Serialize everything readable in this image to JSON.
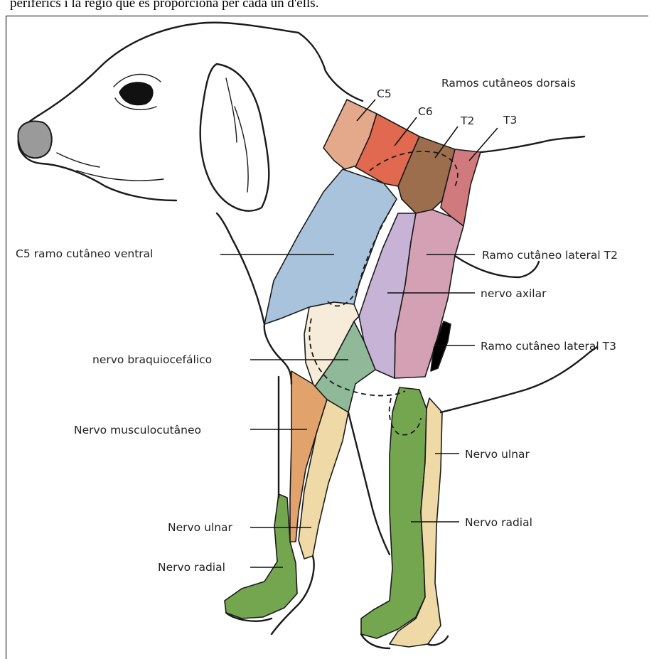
{
  "caption": "perifèrics i la regió que es proporciona per cada un d'ells.",
  "colors": {
    "c5": "#e4a98a",
    "c6": "#e0694f",
    "t2": "#9c6e4e",
    "t3": "#d07a7e",
    "c5_ventral": "#a9c3dd",
    "lateral_t2": "#d3a0b4",
    "axillary": "#c6b3d6",
    "brachiocephalic": "#8fb999",
    "musculocutaneous": "#e2a26c",
    "ulnar": "#efd9a6",
    "radial": "#74a650",
    "cream": "#f6ecd9"
  },
  "labels": {
    "dorsal_branches": "Ramos cutâneos dorsais",
    "c5": "C5",
    "c6": "C6",
    "t2": "T2",
    "t3": "T3",
    "c5_ventral": "C5 ramo cutâneo ventral",
    "lateral_t2": "Ramo cutâneo lateral T2",
    "axillary": "nervo axilar",
    "lateral_t3": "Ramo cutâneo lateral T3",
    "brachiocephalic": "nervo braquiocefálico",
    "musculocutaneous": "Nervo musculocutâneo",
    "ulnar_right": "Nervo ulnar",
    "ulnar_left": "Nervo ulnar",
    "radial_right": "Nervo radial",
    "radial_left": "Nervo radial"
  }
}
